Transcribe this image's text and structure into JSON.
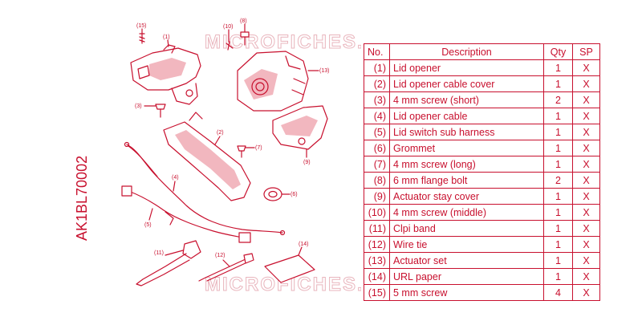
{
  "diagram": {
    "code": "AK1BL70002",
    "watermark": "MICROFICHES.NET",
    "callouts": [
      "(1)",
      "(2)",
      "(3)",
      "(4)",
      "(5)",
      "(6)",
      "(7)",
      "(8)",
      "(9)",
      "(10)",
      "(11)",
      "(12)",
      "(13)",
      "(14)",
      "(15)"
    ]
  },
  "table": {
    "headers": {
      "no": "No.",
      "description": "Description",
      "qty": "Qty",
      "sp": "SP"
    },
    "rows": [
      {
        "no": "(1)",
        "description": "Lid opener",
        "qty": "1",
        "sp": "X"
      },
      {
        "no": "(2)",
        "description": "Lid opener cable cover",
        "qty": "1",
        "sp": "X"
      },
      {
        "no": "(3)",
        "description": "4 mm screw (short)",
        "qty": "2",
        "sp": "X"
      },
      {
        "no": "(4)",
        "description": "Lid opener cable",
        "qty": "1",
        "sp": "X"
      },
      {
        "no": "(5)",
        "description": "Lid switch sub harness",
        "qty": "1",
        "sp": "X"
      },
      {
        "no": "(6)",
        "description": "Grommet",
        "qty": "1",
        "sp": "X"
      },
      {
        "no": "(7)",
        "description": "4 mm screw (long)",
        "qty": "1",
        "sp": "X"
      },
      {
        "no": "(8)",
        "description": "6 mm flange bolt",
        "qty": "2",
        "sp": "X"
      },
      {
        "no": "(9)",
        "description": "Actuator stay cover",
        "qty": "1",
        "sp": "X"
      },
      {
        "no": "(10)",
        "description": "4 mm screw (middle)",
        "qty": "1",
        "sp": "X"
      },
      {
        "no": "(11)",
        "description": "Clpi band",
        "qty": "1",
        "sp": "X"
      },
      {
        "no": "(12)",
        "description": "Wire tie",
        "qty": "1",
        "sp": "X"
      },
      {
        "no": "(13)",
        "description": "Actuator set",
        "qty": "1",
        "sp": "X"
      },
      {
        "no": "(14)",
        "description": "URL paper",
        "qty": "1",
        "sp": "X"
      },
      {
        "no": "(15)",
        "description": "5 mm screw",
        "qty": "4",
        "sp": "X"
      }
    ]
  },
  "colors": {
    "primary": "#c8102e",
    "watermark": "#e9b5bd",
    "background": "#ffffff"
  }
}
